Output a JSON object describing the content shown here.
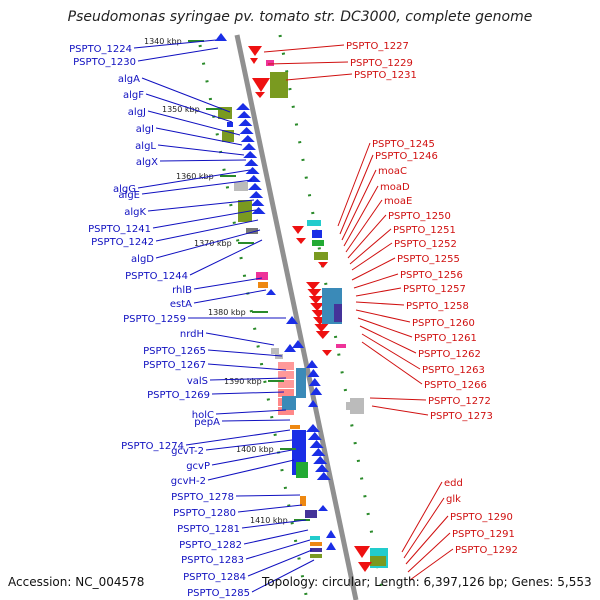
{
  "title": "Pseudomonas syringae pv. tomato str. DC3000, complete genome",
  "accession": "Accession: NC_004578",
  "summary": "Topology: circular; Length: 6,397,126 bp; Genes: 5,553",
  "colors": {
    "left_labels": "#1010c0",
    "right_labels": "#d01010",
    "backbone": "#909090",
    "ticks": "#2a8a2a"
  },
  "kbp_marks": [
    "1340 kbp",
    "1350 kbp",
    "1360 kbp",
    "1370 kbp",
    "1380 kbp",
    "1390 kbp",
    "1400 kbp",
    "1410 kbp"
  ],
  "left_genes": [
    "PSPTO_1224",
    "PSPTO_1230",
    "algA",
    "algF",
    "algJ",
    "algI",
    "algL",
    "algX",
    "algG",
    "algE",
    "algK",
    "PSPTO_1241",
    "PSPTO_1242",
    "algD",
    "PSPTO_1244",
    "rhlB",
    "estA",
    "PSPTO_1259",
    "nrdH",
    "PSPTO_1265",
    "PSPTO_1267",
    "valS",
    "PSPTO_1269",
    "holC",
    "pepA",
    "PSPTO_1274",
    "gcvT-2",
    "gcvP",
    "gcvH-2",
    "PSPTO_1278",
    "PSPTO_1280",
    "PSPTO_1281",
    "PSPTO_1282",
    "PSPTO_1283",
    "PSPTO_1284",
    "PSPTO_1285"
  ],
  "right_genes": [
    "PSPTO_1227",
    "PSPTO_1229",
    "PSPTO_1231",
    "PSPTO_1245",
    "PSPTO_1246",
    "moaC",
    "moaD",
    "moaE",
    "PSPTO_1250",
    "PSPTO_1251",
    "PSPTO_1252",
    "PSPTO_1255",
    "PSPTO_1256",
    "PSPTO_1257",
    "PSPTO_1258",
    "PSPTO_1260",
    "PSPTO_1261",
    "PSPTO_1262",
    "PSPTO_1263",
    "PSPTO_1266",
    "PSPTO_1272",
    "PSPTO_1273",
    "edd",
    "glk",
    "PSPTO_1290",
    "PSPTO_1291",
    "PSPTO_1292"
  ]
}
